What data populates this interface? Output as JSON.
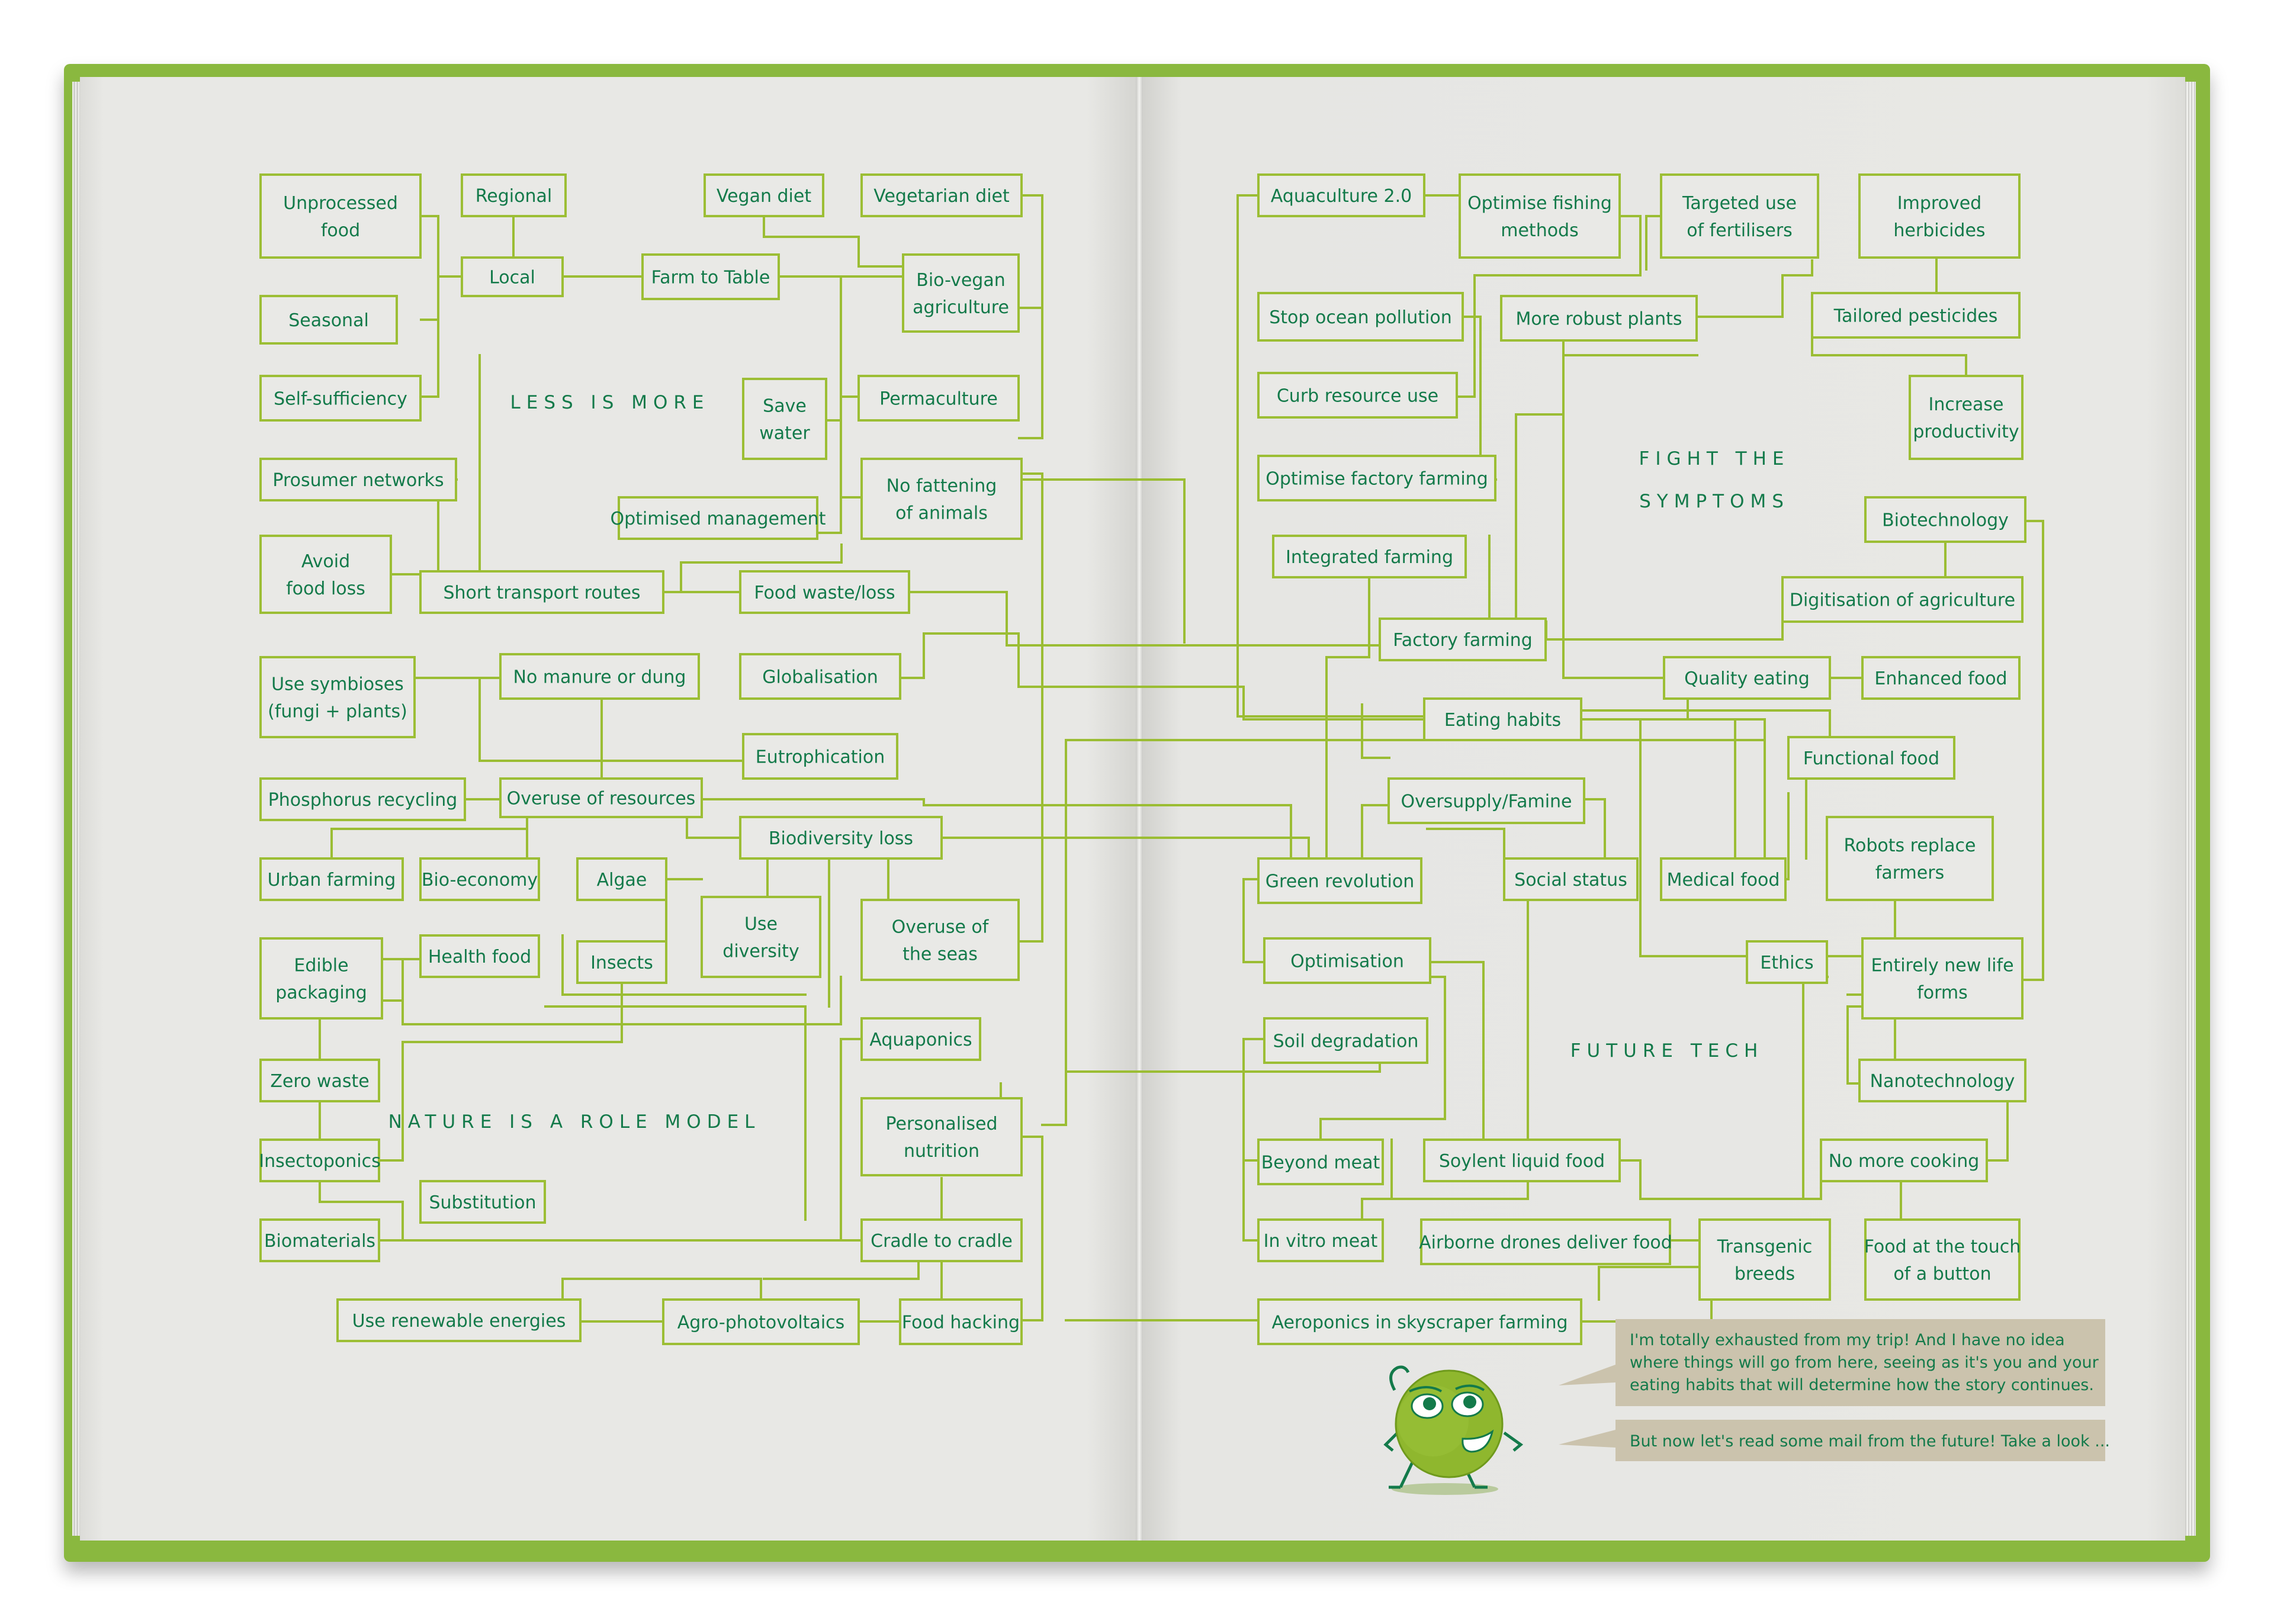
{
  "colors": {
    "cover": "#8ab83f",
    "page": "#e8e8e5",
    "box_border": "#9cbe35",
    "line": "#9bbd34",
    "text": "#137a4a",
    "bubble": "#cbc3ad",
    "pea": "#8fb72e"
  },
  "sections": [
    {
      "id": "less",
      "lines": [
        "LESS IS MORE"
      ]
    },
    {
      "id": "nature",
      "lines": [
        "NATURE IS A ROLE MODEL"
      ]
    },
    {
      "id": "fight",
      "lines": [
        "FIGHT THE",
        "SYMPTOMS"
      ]
    },
    {
      "id": "future",
      "lines": [
        "FUTURE TECH"
      ]
    }
  ],
  "nodes": [
    {
      "id": "unprocessed",
      "lines": [
        "Unprocessed",
        "food"
      ]
    },
    {
      "id": "regional",
      "lines": [
        "Regional"
      ]
    },
    {
      "id": "vegan",
      "lines": [
        "Vegan diet"
      ]
    },
    {
      "id": "vegetarian",
      "lines": [
        "Vegetarian diet"
      ]
    },
    {
      "id": "seasonal",
      "lines": [
        "Seasonal"
      ]
    },
    {
      "id": "local",
      "lines": [
        "Local"
      ]
    },
    {
      "id": "farmtotable",
      "lines": [
        "Farm to Table"
      ]
    },
    {
      "id": "biovegan",
      "lines": [
        "Bio-vegan",
        "agriculture"
      ]
    },
    {
      "id": "selfsuff",
      "lines": [
        "Self-sufficiency"
      ]
    },
    {
      "id": "savewater",
      "lines": [
        "Save",
        "water"
      ]
    },
    {
      "id": "permaculture",
      "lines": [
        "Permaculture"
      ]
    },
    {
      "id": "prosumer",
      "lines": [
        "Prosumer networks"
      ]
    },
    {
      "id": "nofattening",
      "lines": [
        "No fattening",
        "of animals"
      ]
    },
    {
      "id": "optmgmt",
      "lines": [
        "Optimised management"
      ]
    },
    {
      "id": "avoidloss",
      "lines": [
        "Avoid",
        "food loss"
      ]
    },
    {
      "id": "shorttransport",
      "lines": [
        "Short transport routes"
      ]
    },
    {
      "id": "foodwaste",
      "lines": [
        "Food waste/loss"
      ]
    },
    {
      "id": "symbioses",
      "lines": [
        "Use symbioses",
        "(fungi + plants)"
      ]
    },
    {
      "id": "nomanure",
      "lines": [
        "No manure or dung"
      ]
    },
    {
      "id": "globalisation",
      "lines": [
        "Globalisation"
      ]
    },
    {
      "id": "eutrophication",
      "lines": [
        "Eutrophication"
      ]
    },
    {
      "id": "phosphorus",
      "lines": [
        "Phosphorus recycling"
      ]
    },
    {
      "id": "overuseres",
      "lines": [
        "Overuse of resources"
      ]
    },
    {
      "id": "biodiversity",
      "lines": [
        "Biodiversity loss"
      ]
    },
    {
      "id": "urbanfarming",
      "lines": [
        "Urban farming"
      ]
    },
    {
      "id": "bioeconomy",
      "lines": [
        "Bio-economy"
      ]
    },
    {
      "id": "algae",
      "lines": [
        "Algae"
      ]
    },
    {
      "id": "usediversity",
      "lines": [
        "Use",
        "diversity"
      ]
    },
    {
      "id": "overuseseas",
      "lines": [
        "Overuse of",
        "the seas"
      ]
    },
    {
      "id": "edible",
      "lines": [
        "Edible",
        "packaging"
      ]
    },
    {
      "id": "healthfood",
      "lines": [
        "Health food"
      ]
    },
    {
      "id": "insects",
      "lines": [
        "Insects"
      ]
    },
    {
      "id": "aquaponics",
      "lines": [
        "Aquaponics"
      ]
    },
    {
      "id": "zerowaste",
      "lines": [
        "Zero waste"
      ]
    },
    {
      "id": "personalised",
      "lines": [
        "Personalised",
        "nutrition"
      ]
    },
    {
      "id": "insectoponics",
      "lines": [
        "Insectoponics"
      ]
    },
    {
      "id": "substitution",
      "lines": [
        "Substitution"
      ]
    },
    {
      "id": "biomaterials",
      "lines": [
        "Biomaterials"
      ]
    },
    {
      "id": "cradle",
      "lines": [
        "Cradle to cradle"
      ]
    },
    {
      "id": "renewable",
      "lines": [
        "Use renewable energies"
      ]
    },
    {
      "id": "agropv",
      "lines": [
        "Agro-photovoltaics"
      ]
    },
    {
      "id": "foodhacking",
      "lines": [
        "Food hacking"
      ]
    },
    {
      "id": "aquaculture",
      "lines": [
        "Aquaculture 2.0"
      ]
    },
    {
      "id": "optfishing",
      "lines": [
        "Optimise fishing",
        "methods"
      ]
    },
    {
      "id": "fertilisers",
      "lines": [
        "Targeted use",
        "of fertilisers"
      ]
    },
    {
      "id": "herbicides",
      "lines": [
        "Improved",
        "herbicides"
      ]
    },
    {
      "id": "ocean",
      "lines": [
        "Stop ocean pollution"
      ]
    },
    {
      "id": "robustplants",
      "lines": [
        "More robust plants"
      ]
    },
    {
      "id": "pesticides",
      "lines": [
        "Tailored pesticides"
      ]
    },
    {
      "id": "curb",
      "lines": [
        "Curb resource use"
      ]
    },
    {
      "id": "productivity",
      "lines": [
        "Increase",
        "productivity"
      ]
    },
    {
      "id": "optfactory",
      "lines": [
        "Optimise factory farming"
      ]
    },
    {
      "id": "biotech",
      "lines": [
        "Biotechnology"
      ]
    },
    {
      "id": "integrated",
      "lines": [
        "Integrated farming"
      ]
    },
    {
      "id": "digitisation",
      "lines": [
        "Digitisation of agriculture"
      ]
    },
    {
      "id": "factory",
      "lines": [
        "Factory farming"
      ]
    },
    {
      "id": "quality",
      "lines": [
        "Quality eating"
      ]
    },
    {
      "id": "enhanced",
      "lines": [
        "Enhanced food"
      ]
    },
    {
      "id": "eatinghabits",
      "lines": [
        "Eating habits"
      ]
    },
    {
      "id": "functional",
      "lines": [
        "Functional food"
      ]
    },
    {
      "id": "oversupply",
      "lines": [
        "Oversupply/Famine"
      ]
    },
    {
      "id": "robots",
      "lines": [
        "Robots replace",
        "farmers"
      ]
    },
    {
      "id": "greenrev",
      "lines": [
        "Green revolution"
      ]
    },
    {
      "id": "socialstatus",
      "lines": [
        "Social status"
      ]
    },
    {
      "id": "medical",
      "lines": [
        "Medical food"
      ]
    },
    {
      "id": "optimisation",
      "lines": [
        "Optimisation"
      ]
    },
    {
      "id": "ethics",
      "lines": [
        "Ethics"
      ]
    },
    {
      "id": "newlife",
      "lines": [
        "Entirely new life",
        "forms"
      ]
    },
    {
      "id": "soil",
      "lines": [
        "Soil degradation"
      ]
    },
    {
      "id": "nano",
      "lines": [
        "Nanotechnology"
      ]
    },
    {
      "id": "beyondmeat",
      "lines": [
        "Beyond meat"
      ]
    },
    {
      "id": "soylent",
      "lines": [
        "Soylent liquid food"
      ]
    },
    {
      "id": "nocooking",
      "lines": [
        "No more cooking"
      ]
    },
    {
      "id": "invitro",
      "lines": [
        "In vitro meat"
      ]
    },
    {
      "id": "drones",
      "lines": [
        "Airborne drones deliver food"
      ]
    },
    {
      "id": "transgenic",
      "lines": [
        "Transgenic",
        "breeds"
      ]
    },
    {
      "id": "touch",
      "lines": [
        "Food at the touch",
        "of a button"
      ]
    },
    {
      "id": "aeroponics",
      "lines": [
        "Aeroponics in skyscraper farming"
      ]
    }
  ],
  "speech": [
    {
      "id": "bubble-1",
      "lines": [
        "I'm totally exhausted from my trip! And I have no idea",
        "where things will go from here, seeing as it's you and your",
        "eating habits that will determine how the story continues."
      ]
    },
    {
      "id": "bubble-2",
      "lines": [
        "But now let's read some mail from the future! Take a look ..."
      ]
    }
  ]
}
